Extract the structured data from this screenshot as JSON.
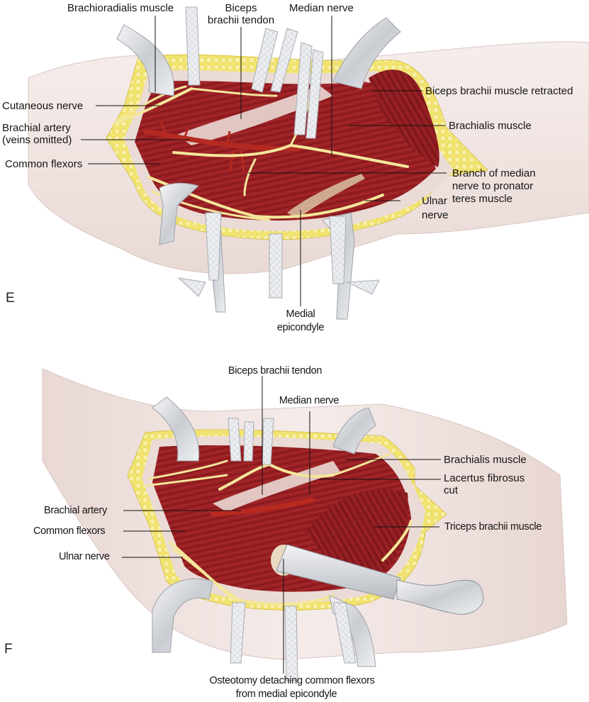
{
  "figure": {
    "panels": [
      {
        "letter": "E",
        "labels": {
          "brachioradialis": "Brachioradialis muscle",
          "biceps_tendon_1": "Biceps",
          "biceps_tendon_2": "brachii tendon",
          "median_nerve": "Median nerve",
          "cutaneous_nerve": "Cutaneous nerve",
          "brachial_artery_1": "Brachial artery",
          "brachial_artery_2": "(veins omitted)",
          "common_flexors": "Common flexors",
          "biceps_retracted": "Biceps brachii muscle retracted",
          "brachialis": "Brachialis muscle",
          "branch_median_1": "Branch of median",
          "branch_median_2": "nerve to pronator",
          "branch_median_3": "teres muscle",
          "ulnar_1": "Ulnar",
          "ulnar_2": "nerve",
          "medial_epicondyle_1": "Medial",
          "medial_epicondyle_2": "epicondyle"
        }
      },
      {
        "letter": "F",
        "labels": {
          "biceps_tendon": "Biceps brachii tendon",
          "median_nerve": "Median nerve",
          "brachialis": "Brachialis muscle",
          "lacertus_1": "Lacertus fibrosus",
          "lacertus_2": "cut",
          "brachial_artery": "Brachial artery",
          "common_flexors": "Common flexors",
          "triceps": "Triceps brachii muscle",
          "ulnar_nerve": "Ulnar nerve",
          "osteotomy_1": "Osteotomy detaching common flexors",
          "osteotomy_2": "from medial epicondyle"
        }
      }
    ],
    "colors": {
      "skin": "#efe3e0",
      "fat": "#f3e77a",
      "muscle": "#9c2124",
      "muscle_dark": "#7a1518",
      "nerve": "#f4e69a",
      "artery": "#b8291f",
      "tendon": "#e8d6d2",
      "metal": "#d4d6da",
      "leader": "#111111"
    }
  }
}
